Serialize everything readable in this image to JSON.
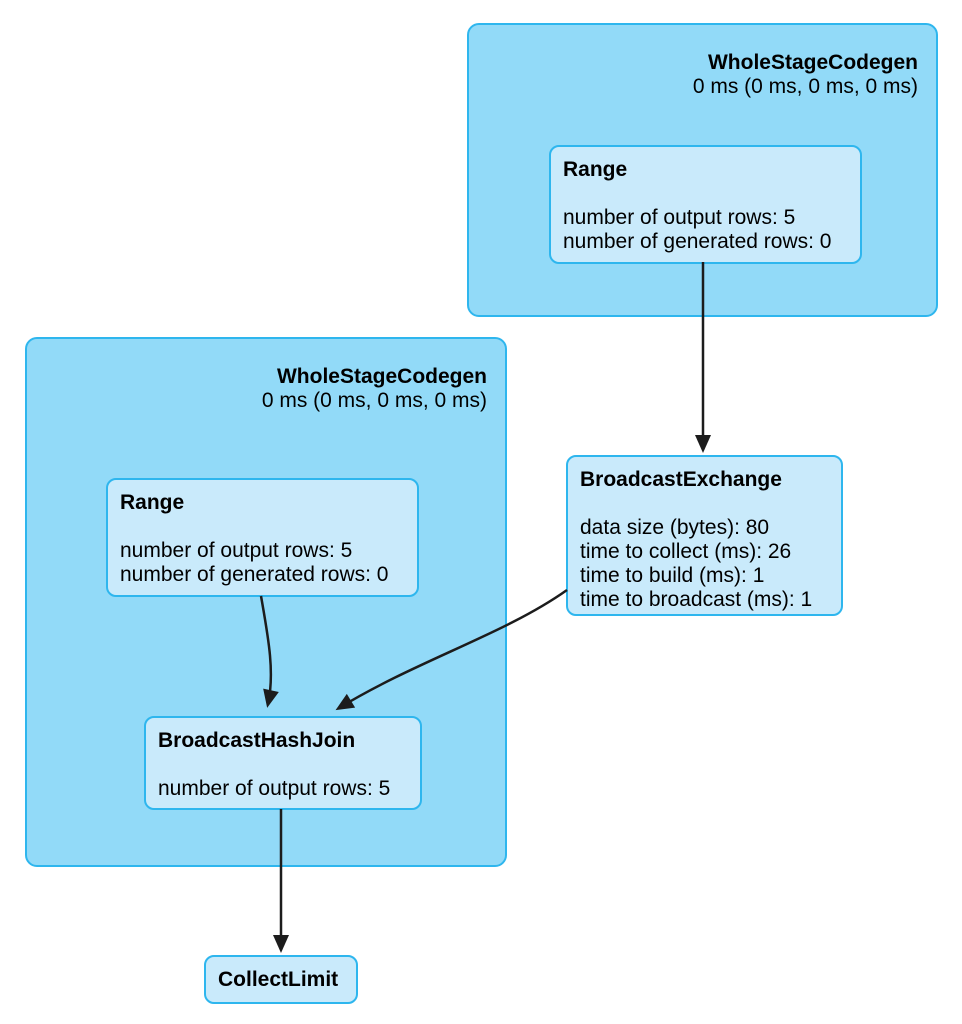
{
  "diagram": {
    "type": "spark-sql-query-plan-dag",
    "colors": {
      "background": "#ffffff",
      "cluster_fill": "#92DAF8",
      "node_fill": "#C9EAFB",
      "box_border": "#2EB6EE",
      "edge": "#1c1c1c",
      "text": "#000000"
    },
    "clusters": [
      {
        "title": "WholeStageCodegen",
        "subtitle": "0 ms (0 ms, 0 ms, 0 ms)"
      },
      {
        "title": "WholeStageCodegen",
        "subtitle": "0 ms (0 ms, 0 ms, 0 ms)"
      }
    ],
    "nodes": {
      "range_top": {
        "title": "Range",
        "metrics": [
          "number of output rows: 5",
          "number of generated rows: 0"
        ]
      },
      "range_left": {
        "title": "Range",
        "metrics": [
          "number of output rows: 5",
          "number of generated rows: 0"
        ]
      },
      "broadcast_exchange": {
        "title": "BroadcastExchange",
        "metrics": [
          "data size (bytes): 80",
          "time to collect (ms): 26",
          "time to build (ms): 1",
          "time to broadcast (ms): 1"
        ]
      },
      "broadcast_hash_join": {
        "title": "BroadcastHashJoin",
        "metrics": [
          "number of output rows: 5"
        ]
      },
      "collect_limit": {
        "title": "CollectLimit",
        "metrics": []
      }
    },
    "edges": [
      {
        "from": "Range (top)",
        "to": "BroadcastExchange"
      },
      {
        "from": "BroadcastExchange",
        "to": "BroadcastHashJoin"
      },
      {
        "from": "Range (left)",
        "to": "BroadcastHashJoin"
      },
      {
        "from": "BroadcastHashJoin",
        "to": "CollectLimit"
      }
    ]
  }
}
